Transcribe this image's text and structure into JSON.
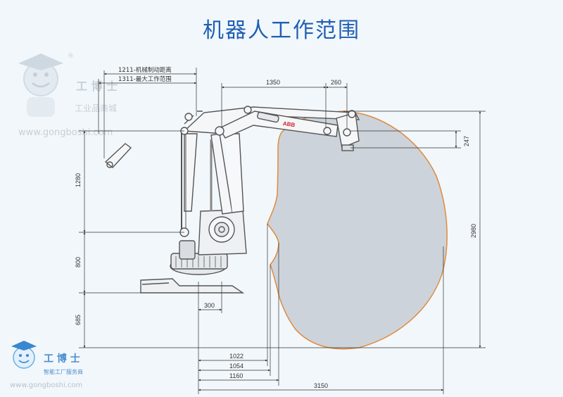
{
  "title": "机器人工作范围",
  "brand": "ABB",
  "colors": {
    "title": "#1f5fb4",
    "envelope_fill": "#cdd3da",
    "envelope_stroke": "#e08a3c",
    "dimension_line": "#333333"
  },
  "dimensions": {
    "mech_brake_distance": "1211-机械制动距离",
    "max_working_range": "1311-最大工作范围",
    "top_1350": "1350",
    "top_260": "260",
    "right_247": "247",
    "right_2980": "2980",
    "left_1280": "1280",
    "left_800": "800",
    "left_685": "685",
    "base_300": "300",
    "bottom_1022": "1022",
    "bottom_1054": "1054",
    "bottom_1160": "1160",
    "bottom_3150": "3150"
  },
  "watermark": {
    "brand_cn": "工 博 士",
    "sub_cn": "工业品商城",
    "url": "www.gongboshi.com",
    "registered": "®",
    "footer_brand_cn": "工 博 士",
    "footer_sub_cn": "智能工厂服务商",
    "footer_url": "www.gongboshi.com"
  }
}
